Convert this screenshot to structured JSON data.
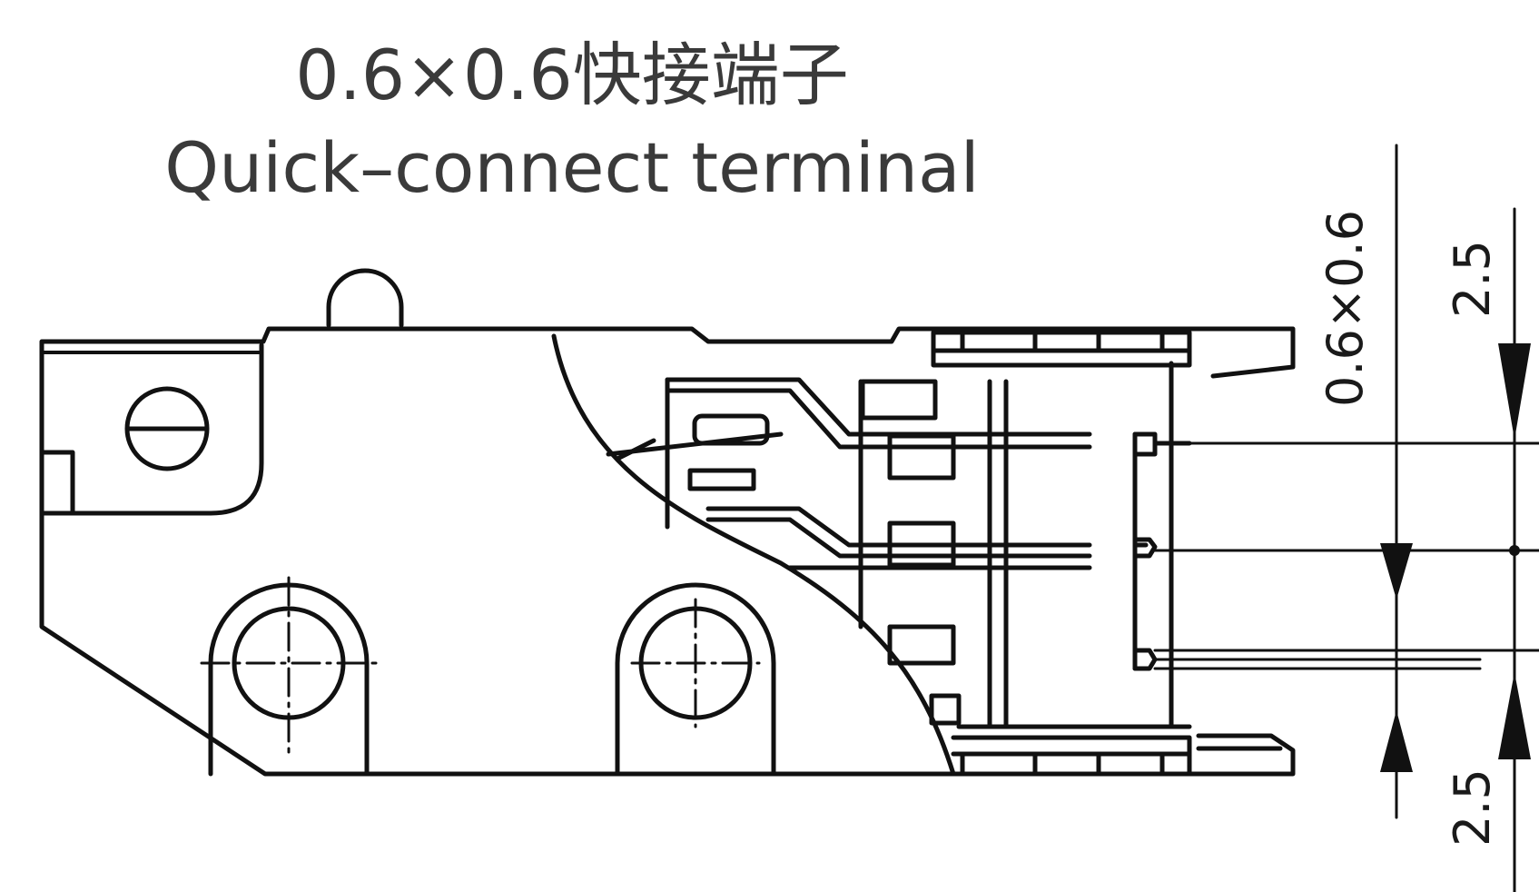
{
  "title": {
    "chinese": "0.6×0.6快接端子",
    "english": "Quick–connect terminal"
  },
  "dimensions": {
    "pin_size": "0.6×0.6",
    "pitch_top": "2.5",
    "pitch_bottom": "2.5"
  },
  "colors": {
    "line": "#111111",
    "text": "#3a3a3a"
  }
}
